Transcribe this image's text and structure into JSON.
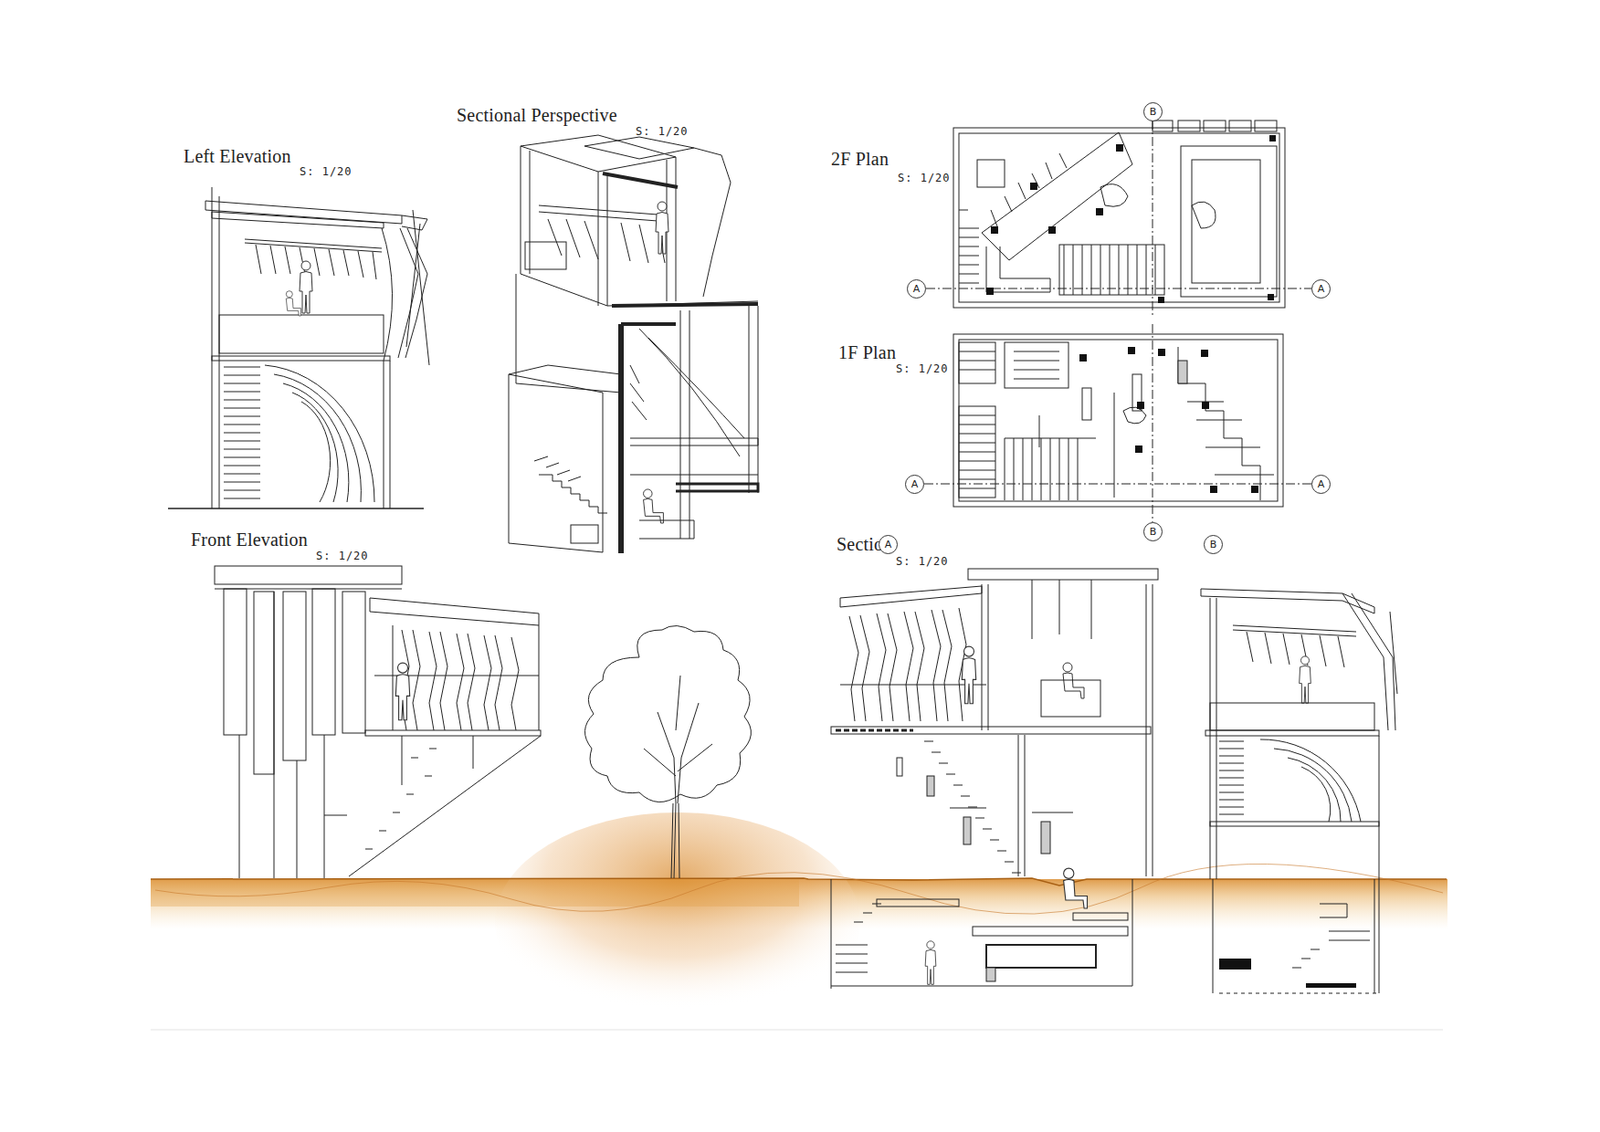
{
  "diagram": {
    "labels": [
      "Left Elevation",
      "S: 1/20",
      "Sectional Perspective",
      "S: 1/20",
      "B",
      "2F Plan",
      "S: 1/20",
      "A",
      "A",
      "1F Plan",
      "S: 1/20",
      "A",
      "A",
      "B",
      "Front Elevation",
      "S: 1/20",
      "Section",
      "A",
      "S: 1/20",
      "B"
    ]
  }
}
